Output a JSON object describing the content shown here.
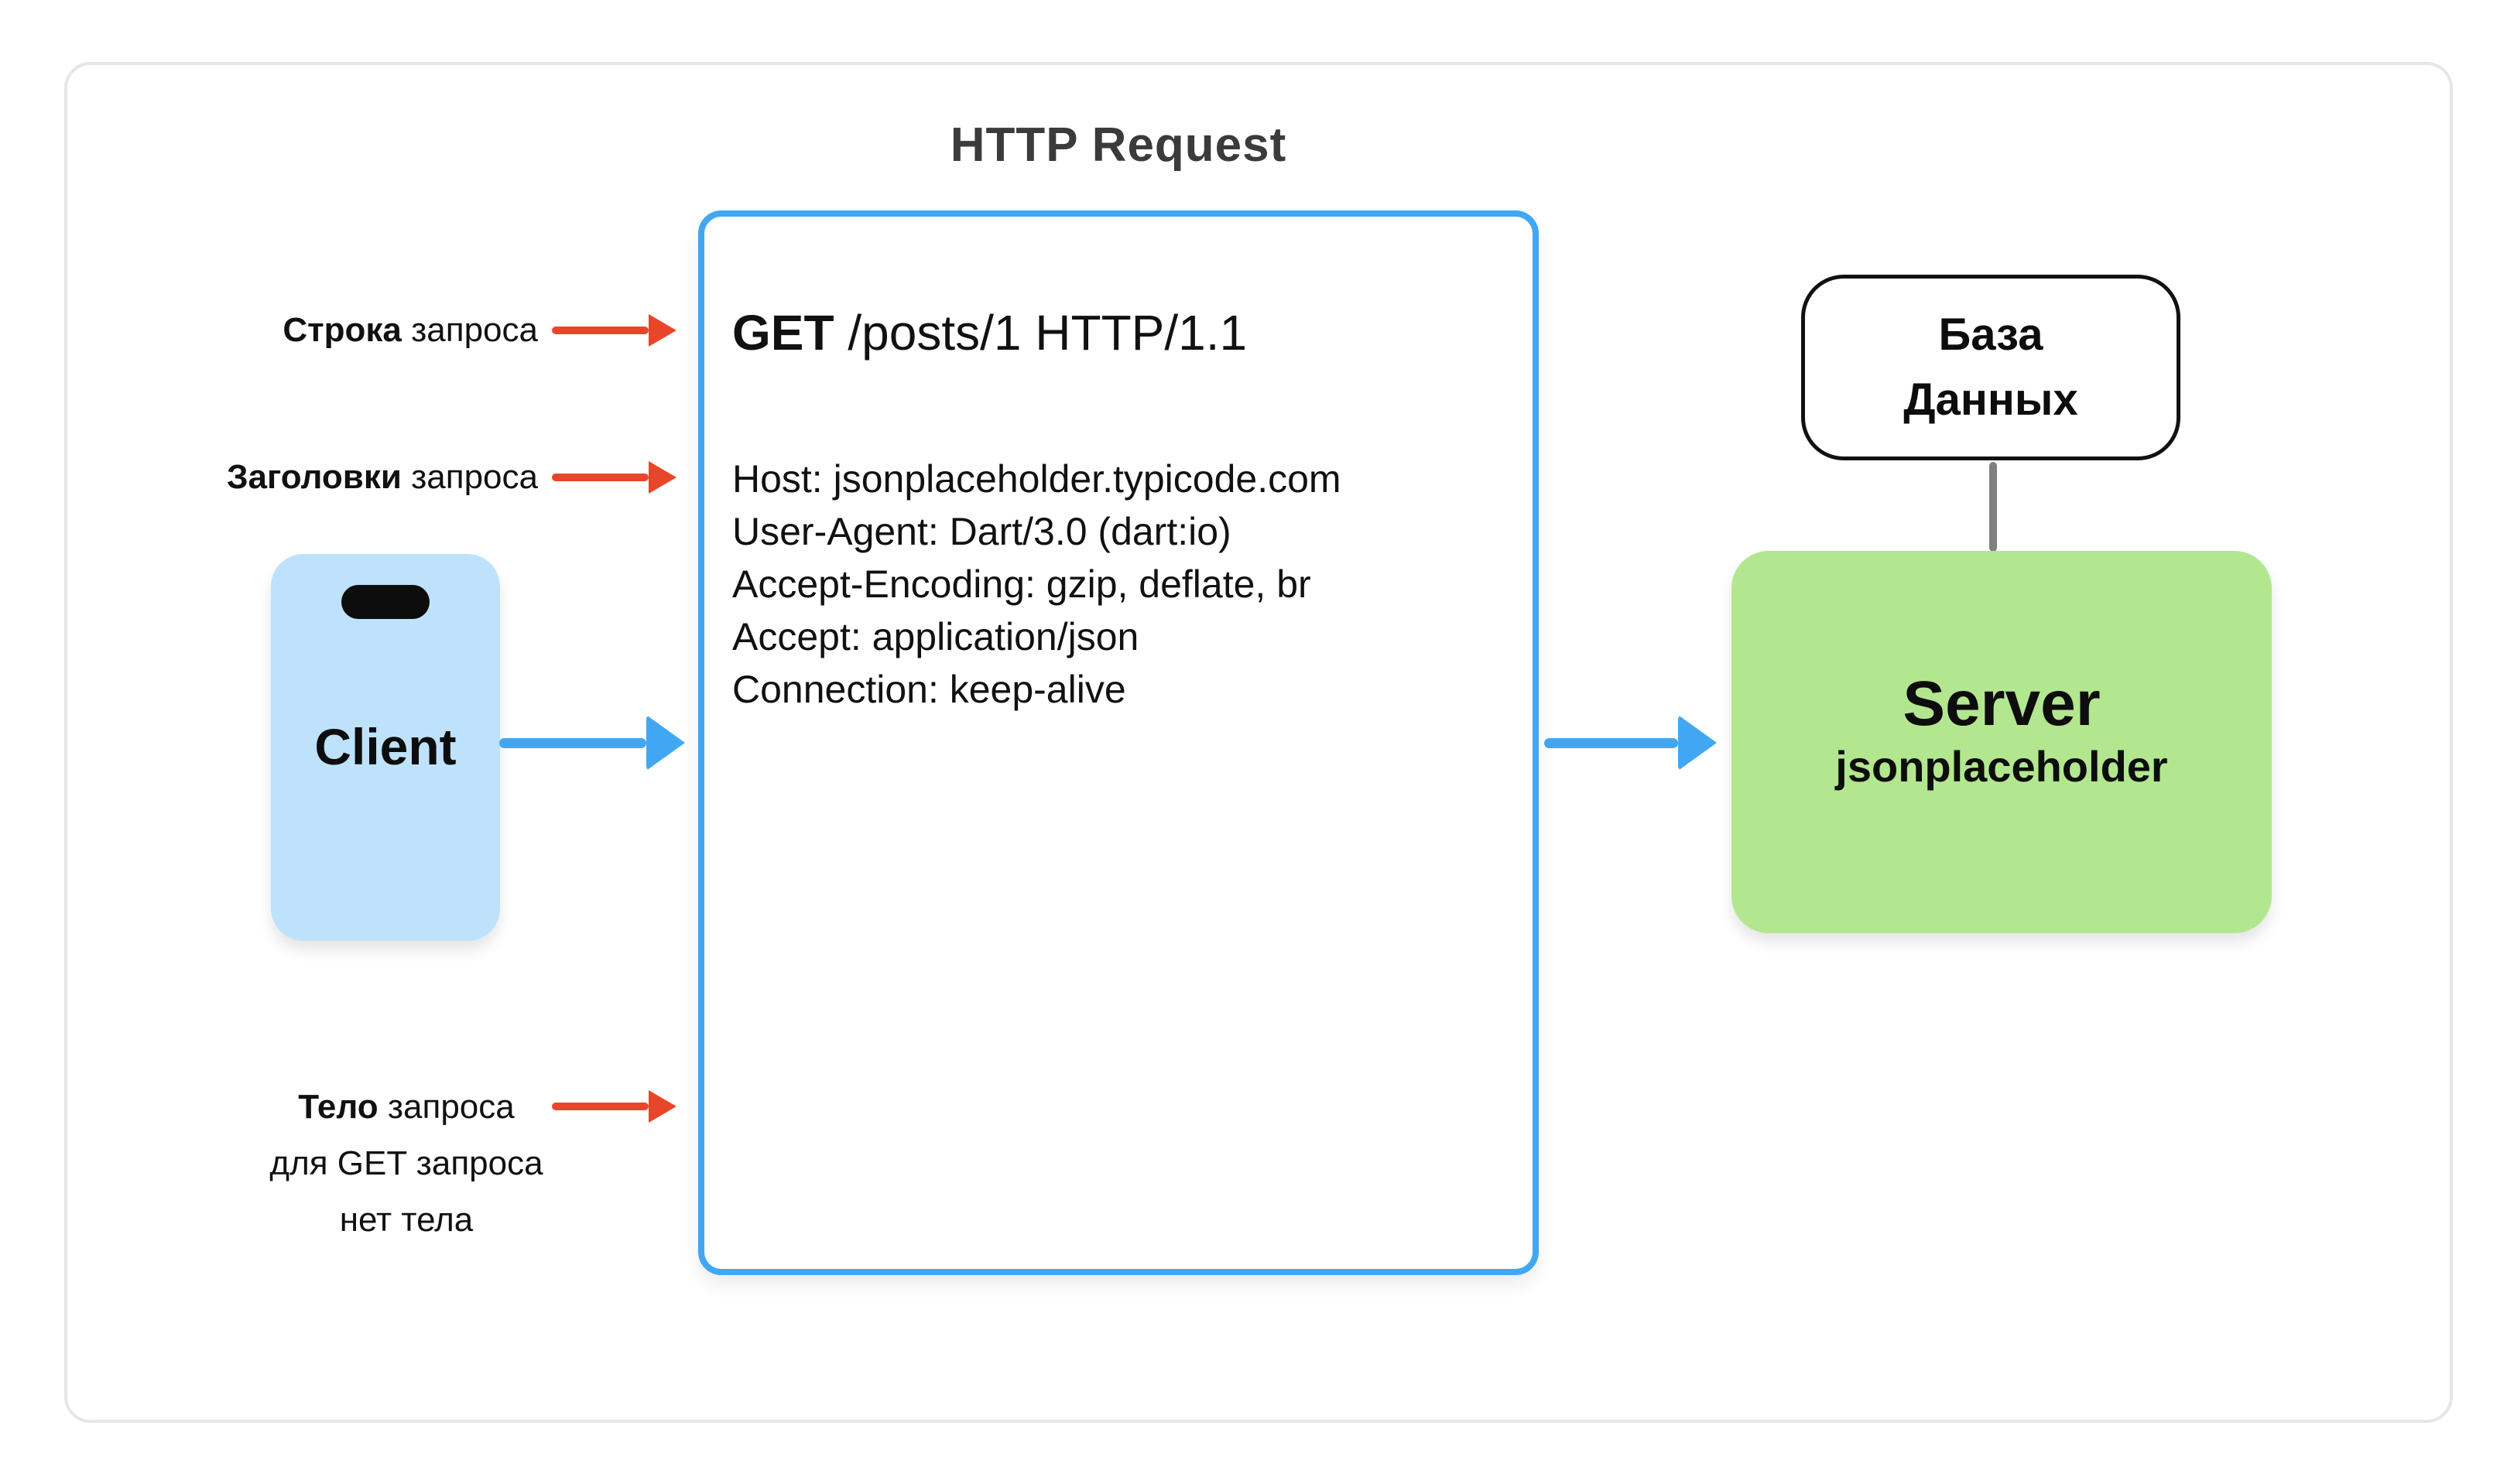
{
  "title": "HTTP Request",
  "request": {
    "method": "GET",
    "request_line_rest": " /posts/1 HTTP/1.1",
    "headers": [
      "Host: jsonplaceholder.typicode.com",
      "User-Agent: Dart/3.0 (dart:io)",
      "Accept-Encoding: gzip, deflate, br",
      "Accept: application/json",
      "Connection: keep-alive"
    ]
  },
  "annotations": {
    "request_line": {
      "bold": "Строка",
      "rest": " запроса"
    },
    "headers": {
      "bold": "Заголовки",
      "rest": " запроса"
    },
    "body": {
      "bold": "Тело",
      "rest": " запроса",
      "line2": "для GET запроса",
      "line3": "нет тела"
    }
  },
  "client": {
    "label": "Client"
  },
  "server": {
    "title": "Server",
    "subtitle": "jsonplaceholder"
  },
  "database": {
    "line1": "База",
    "line2": "Данных"
  },
  "colors": {
    "accent_blue": "#41a7f2",
    "phone_blue": "#bee2fb",
    "server_green": "#b3e78f",
    "arrow_red": "#e8462b",
    "connector_gray": "#7f7f7f",
    "card_border": "#e6e6e6",
    "title_text": "#3b3b3b"
  }
}
